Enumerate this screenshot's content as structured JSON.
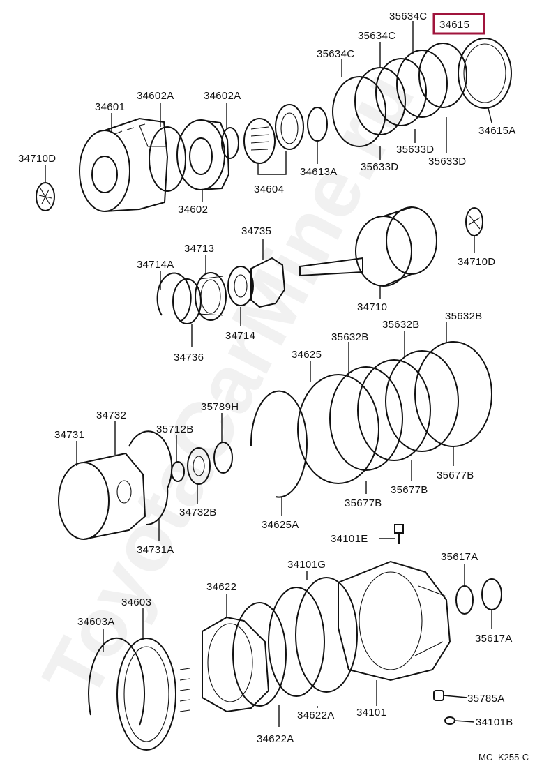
{
  "diagram": {
    "highlight_part": "34615",
    "watermark": "ToyotaCarMine.ru",
    "footer_code_prefix": "MC",
    "footer_code": "K255-C",
    "labels": {
      "p35634c_a": "35634C",
      "p35634c_b": "35634C",
      "p35634c_c": "35634C",
      "p34615": "34615",
      "p34615a": "34615A",
      "p35633d_a": "35633D",
      "p35633d_b": "35633D",
      "p35633d_c": "35633D",
      "p34601": "34601",
      "p34602a_a": "34602A",
      "p34602a_b": "34602A",
      "p34710d_a": "34710D",
      "p34710d_b": "34710D",
      "p34613a": "34613A",
      "p34604": "34604",
      "p34602": "34602",
      "p34735": "34735",
      "p34713": "34713",
      "p34714a": "34714A",
      "p34714": "34714",
      "p34736": "34736",
      "p34710": "34710",
      "p35632b_a": "35632B",
      "p35632b_b": "35632B",
      "p35632b_c": "35632B",
      "p34625": "34625",
      "p34732": "34732",
      "p34731": "34731",
      "p35712b": "35712B",
      "p35789h": "35789H",
      "p34732b": "34732B",
      "p34731a": "34731A",
      "p34625a": "34625A",
      "p35677b_a": "35677B",
      "p35677b_b": "35677B",
      "p35677b_c": "35677B",
      "p34101e": "34101E",
      "p34101g": "34101G",
      "p35617a_a": "35617A",
      "p35617a_b": "35617A",
      "p34622": "34622",
      "p34603": "34603",
      "p34603a": "34603A",
      "p34622a_a": "34622A",
      "p34622a_b": "34622A",
      "p34101": "34101",
      "p35785a": "35785A",
      "p34101b": "34101B"
    }
  }
}
